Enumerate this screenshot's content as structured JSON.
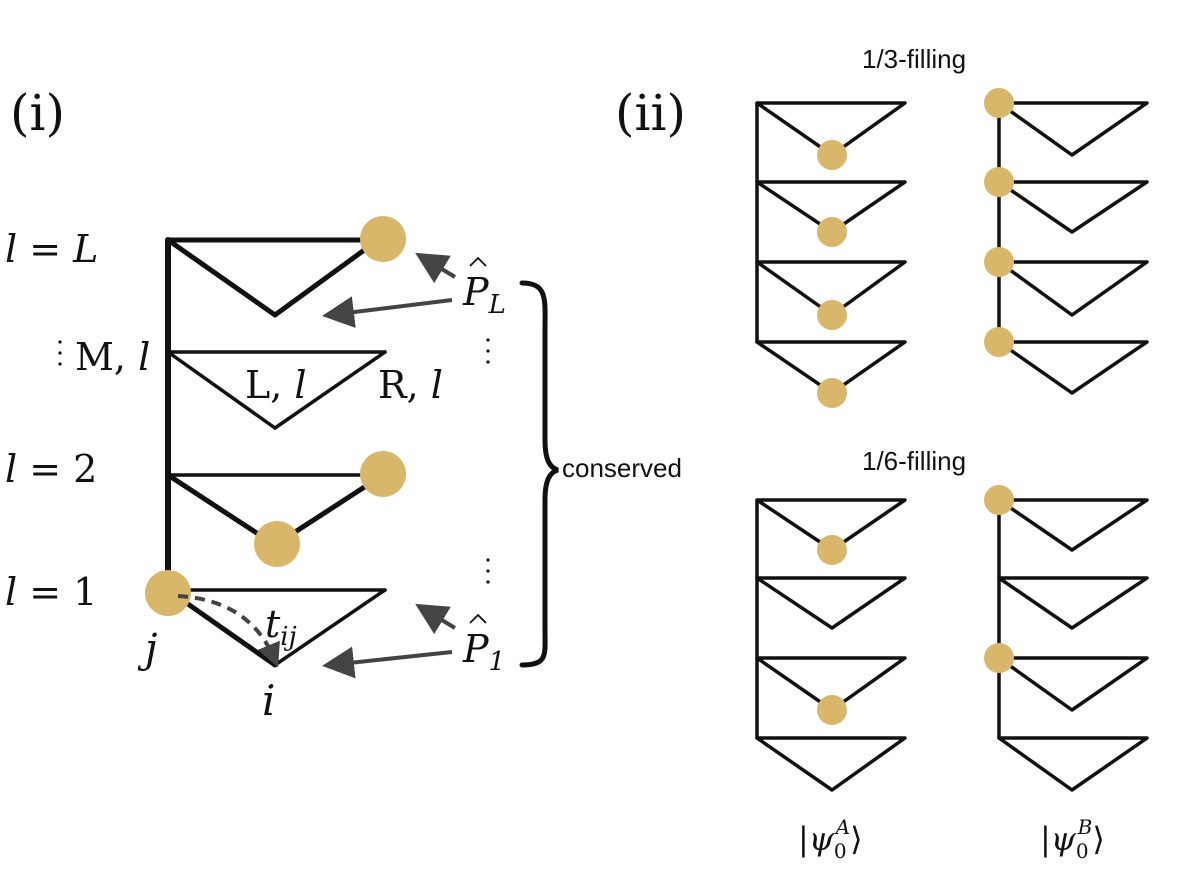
{
  "panel_i": {
    "label": "(i)",
    "rung_labels": {
      "top": {
        "lhs": "l",
        "eq": " = ",
        "rhs": "L"
      },
      "two": {
        "lhs": "l",
        "eq": " = ",
        "rhs": "2"
      },
      "one": {
        "lhs": "l",
        "eq": " = ",
        "rhs": "1"
      }
    },
    "site_labels": {
      "middle": {
        "name": "M",
        "sep": ", ",
        "index": "l"
      },
      "left": {
        "name": "L",
        "sep": ", ",
        "index": "l"
      },
      "right": {
        "name": "R",
        "sep": ", ",
        "index": "l"
      }
    },
    "hopping": {
      "t": "t",
      "sub": "ij"
    },
    "site_j": "j",
    "site_i": "i",
    "projector_L": {
      "op": "P",
      "sub": "L"
    },
    "projector_1": {
      "op": "P",
      "sub": "1"
    },
    "conserved_label": "conserved"
  },
  "panel_ii": {
    "label": "(ii)",
    "filling_top": "1/3-filling",
    "filling_bottom": "1/6-filling",
    "state_A": {
      "psi": "ψ",
      "sub": "0",
      "sup": "A"
    },
    "state_B": {
      "psi": "ψ",
      "sub": "0",
      "sup": "B"
    }
  },
  "colors": {
    "line": "#111111",
    "particle": "#d9b76a",
    "arrow": "#444444"
  }
}
